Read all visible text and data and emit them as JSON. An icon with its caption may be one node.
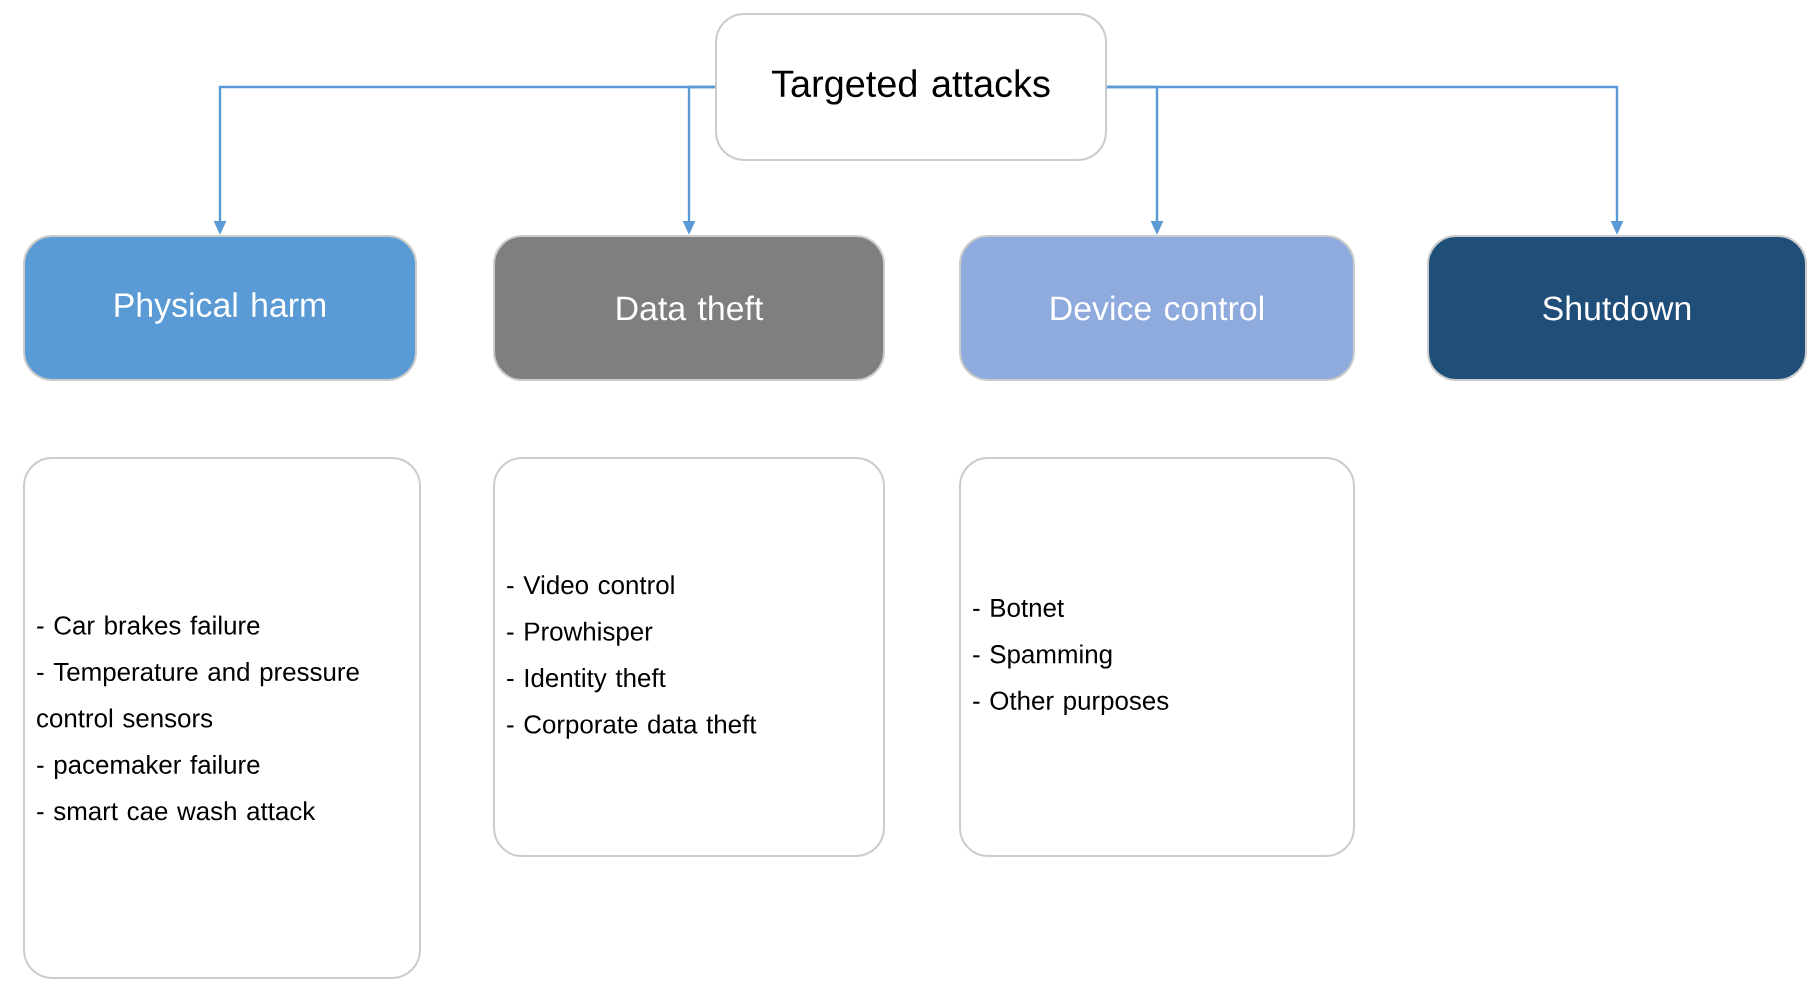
{
  "diagram": {
    "nodes": [
      {
        "text": [
          "Targeted attacks"
        ]
      },
      {
        "text": [
          "Physical harm"
        ]
      },
      {
        "text": [
          "Data theft"
        ]
      },
      {
        "text": [
          "Device control"
        ]
      },
      {
        "text": [
          "Shutdown"
        ]
      },
      {
        "text": [
          "- Car brakes failure",
          "- Temperature and pressure control sensors",
          "- pacemaker failure",
          "- smart cae wash attack"
        ]
      },
      {
        "text": [
          "- Video control",
          "- Prowhisper",
          "- Identity theft",
          "- Corporate data theft"
        ]
      },
      {
        "text": [
          "- Botnet",
          "- Spamming",
          "- Other purposes"
        ]
      }
    ],
    "edges": [
      {
        "from": 0,
        "to": 1,
        "arrow": "to"
      },
      {
        "from": 0,
        "to": 2,
        "arrow": "to"
      },
      {
        "from": 0,
        "to": 3,
        "arrow": "to"
      },
      {
        "from": 0,
        "to": 4,
        "arrow": "to"
      }
    ]
  }
}
